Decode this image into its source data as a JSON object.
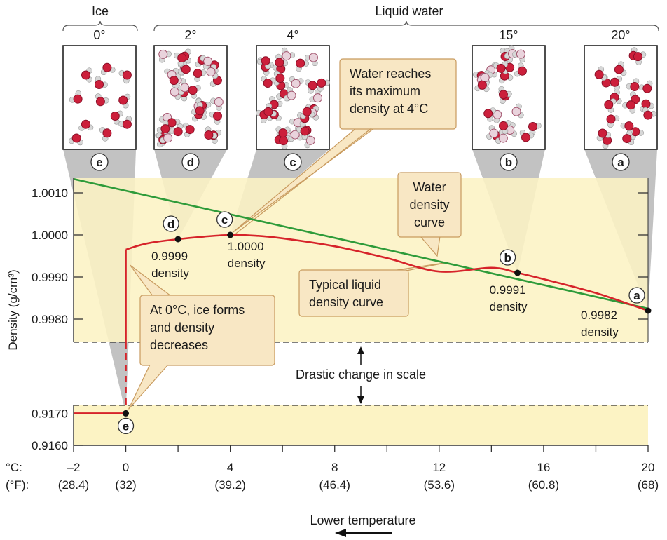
{
  "chart_data": {
    "type": "line",
    "ylabel": "Density (g/cm³)",
    "xlabel": "Lower temperature",
    "x_unit_c": "°C:",
    "x_unit_f": "(°F):",
    "x_ticks_c": [
      "–2",
      "0",
      "4",
      "8",
      "12",
      "16",
      "20"
    ],
    "x_ticks_f": [
      "(28.4)",
      "(32)",
      "(39.2)",
      "(46.4)",
      "(53.6)",
      "(60.8)",
      "(68)"
    ],
    "x_tick_values": [
      -2,
      0,
      4,
      8,
      12,
      16,
      20
    ],
    "xlim": [
      -2,
      20
    ],
    "upper_ylim": [
      0.99745,
      1.00135
    ],
    "lower_ylim": [
      0.916,
      0.91725
    ],
    "y_ticks_upper": [
      "1.0010",
      "1.0000",
      "0.9990",
      "0.9980"
    ],
    "y_tick_values_upper": [
      1.001,
      1.0,
      0.999,
      0.998
    ],
    "y_ticks_lower": [
      "0.9170",
      "0.9160"
    ],
    "y_tick_values_lower": [
      0.917,
      0.916
    ],
    "series": [
      {
        "kind": "water",
        "color": "#d6232a",
        "x": [
          0,
          0.5,
          1,
          2,
          3,
          4,
          5,
          6,
          8,
          10,
          12,
          14,
          15,
          16,
          18,
          20
        ],
        "y": [
          0.99965,
          0.99975,
          0.99982,
          0.9999,
          0.99996,
          1.0,
          0.99998,
          0.99992,
          0.99973,
          0.99945,
          0.99913,
          0.99922,
          0.9991,
          0.99895,
          0.99862,
          0.9982
        ]
      },
      {
        "kind": "typical",
        "color": "#2e9b3a",
        "x": [
          -2,
          20
        ],
        "y": [
          1.00133,
          0.99825
        ]
      },
      {
        "kind": "ice",
        "color": "#d6232a",
        "x": [
          -2,
          0
        ],
        "y": [
          0.917,
          0.917
        ]
      }
    ],
    "points": [
      {
        "id": "d",
        "x": 2,
        "y": 0.9999,
        "value_label": "0.9999",
        "sub_label": "density"
      },
      {
        "id": "c",
        "x": 4,
        "y": 1.0,
        "value_label": "1.0000",
        "sub_label": "density"
      },
      {
        "id": "b",
        "x": 15,
        "y": 0.9991,
        "value_label": "0.9991",
        "sub_label": "density"
      },
      {
        "id": "a",
        "x": 20,
        "y": 0.9982,
        "value_label": "0.9982",
        "sub_label": "density"
      },
      {
        "id": "e",
        "x": 0,
        "y": 0.917,
        "value_label": "",
        "sub_label": ""
      }
    ],
    "panels": [
      {
        "letter": "e",
        "temp": "0°",
        "x": 0
      },
      {
        "letter": "d",
        "temp": "2°",
        "x": 2
      },
      {
        "letter": "c",
        "temp": "4°",
        "x": 4
      },
      {
        "letter": "b",
        "temp": "15°",
        "x": 15
      },
      {
        "letter": "a",
        "temp": "20°",
        "x": 20
      }
    ],
    "header_ice": "Ice",
    "header_liquid": "Liquid water",
    "callout_max": [
      "Water reaches",
      "its maximum",
      "density at 4°C"
    ],
    "callout_curve": [
      "Water",
      "density",
      "curve"
    ],
    "callout_typical": [
      "Typical liquid",
      "density curve"
    ],
    "callout_ice": [
      "At 0°C, ice forms",
      "and density",
      "decreases"
    ],
    "scale_change": "Drastic change in scale",
    "colors": {
      "band": "#fcf3c4",
      "callout_fill": "#f8e7c4",
      "callout_stroke": "#c89a5e",
      "water_curve": "#d6232a",
      "typical_curve": "#2e9b3a",
      "beam": "#9a9a9a",
      "oxygen": "#cc1f3b",
      "hydrogen": "#d7d7d7"
    }
  }
}
